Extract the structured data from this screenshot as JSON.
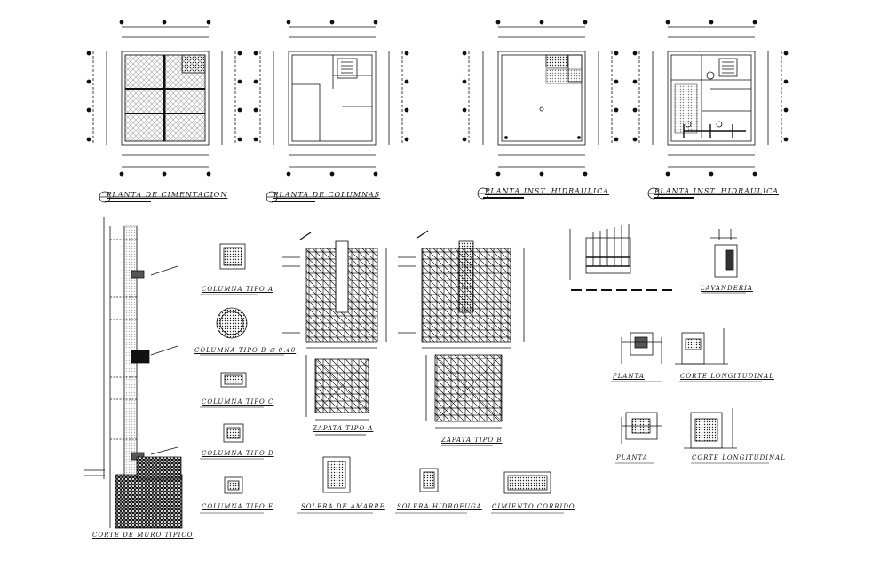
{
  "sheet": {
    "plans": [
      {
        "title": "PLANTA DE CIMENTACION"
      },
      {
        "title": "PLANTA DE COLUMNAS"
      },
      {
        "title": "PLANTA INST. HIDRAULICA"
      },
      {
        "title": "PLANTA INST. HIDRAULICA"
      }
    ],
    "details": {
      "corte_muro": "CORTE DE MURO TIPICO",
      "columna_a": "COLUMNA TIPO A",
      "columna_b": "COLUMNA TIPO B ∅ 0.40",
      "columna_c": "COLUMNA TIPO C",
      "columna_d": "COLUMNA TIPO D",
      "columna_e": "COLUMNA TIPO E",
      "zapata_a": "ZAPATA TIPO A",
      "zapata_b": "ZAPATA TIPO B",
      "solera_amarre": "SOLERA DE AMARRE",
      "solera_hidrofuga": "SOLERA HIDROFUGA",
      "cimiento_corrido": "CIMIENTO CORRIDO",
      "lavanderia": "LAVANDERIA",
      "planta_1": "PLANTA",
      "corte_long_1": "CORTE LONGITUDINAL",
      "planta_2": "PLANTA",
      "corte_long_2": "CORTE LONGITUDINAL"
    },
    "colors": {
      "ink": "#111111",
      "hatch": "#333333",
      "paper": "#ffffff"
    }
  }
}
